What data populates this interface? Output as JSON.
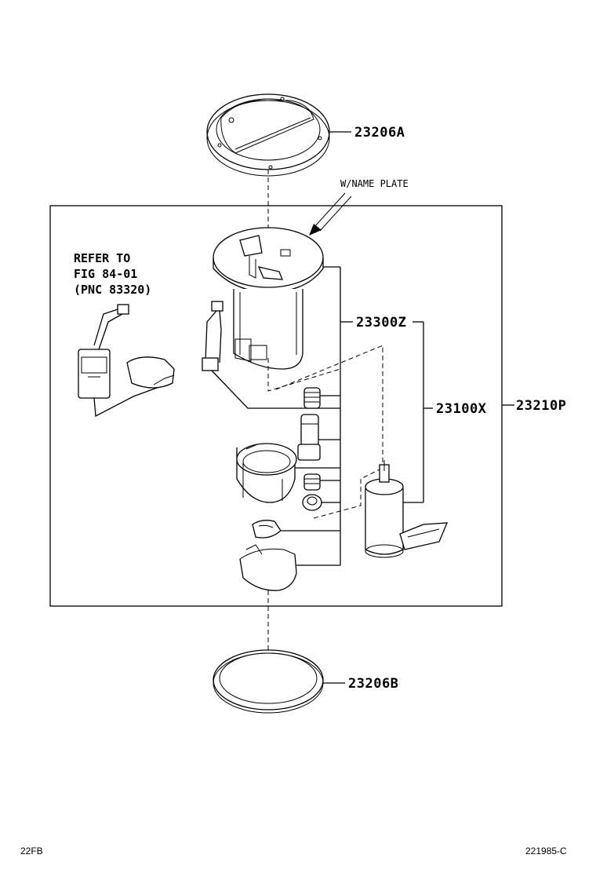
{
  "labels": {
    "gasket_top": "23206A",
    "name_plate_note": "W/NAME PLATE",
    "refer_line1": "REFER TO",
    "refer_line2": "FIG 84-01",
    "refer_line3": "(PNC 83320)",
    "filter": "23300Z",
    "pump": "23100X",
    "assembly": "23210P",
    "gasket_bottom": "23206B"
  },
  "footer": {
    "left_code": "22FB",
    "right_code": "221985-C"
  }
}
